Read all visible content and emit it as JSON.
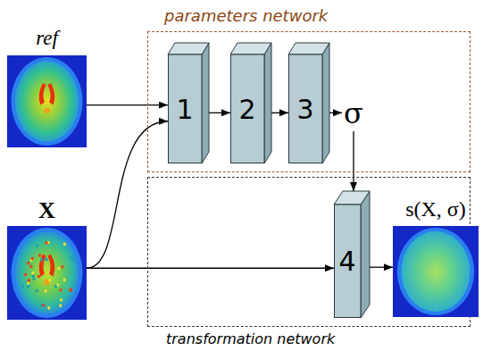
{
  "diagram": {
    "nodes": [
      {
        "text": [
          "ref"
        ]
      },
      {
        "text": [
          "parameters network"
        ]
      },
      {
        "text": [
          "1"
        ],
        "in": 1
      },
      {
        "text": [
          "2"
        ],
        "in": 1
      },
      {
        "text": [
          "3"
        ],
        "in": 1
      },
      {
        "text": [
          "σ"
        ],
        "in": 1
      },
      {
        "text": [
          "X"
        ]
      },
      {
        "text": [
          "transformation network"
        ]
      },
      {
        "text": [
          "4"
        ],
        "in": 7
      },
      {
        "text": [
          "s(X, σ)"
        ]
      }
    ],
    "edges": [
      {
        "from": 0,
        "to": 2,
        "arrow": "to"
      },
      {
        "from": 6,
        "to": 2,
        "arrow": "to"
      },
      {
        "from": 2,
        "to": 3,
        "arrow": "to"
      },
      {
        "from": 3,
        "to": 4,
        "arrow": "to"
      },
      {
        "from": 4,
        "to": 5,
        "arrow": "to"
      },
      {
        "from": 5,
        "to": 8,
        "arrow": "to"
      },
      {
        "from": 6,
        "to": 8,
        "arrow": "to"
      },
      {
        "from": 8,
        "to": 9,
        "arrow": "to"
      }
    ]
  }
}
